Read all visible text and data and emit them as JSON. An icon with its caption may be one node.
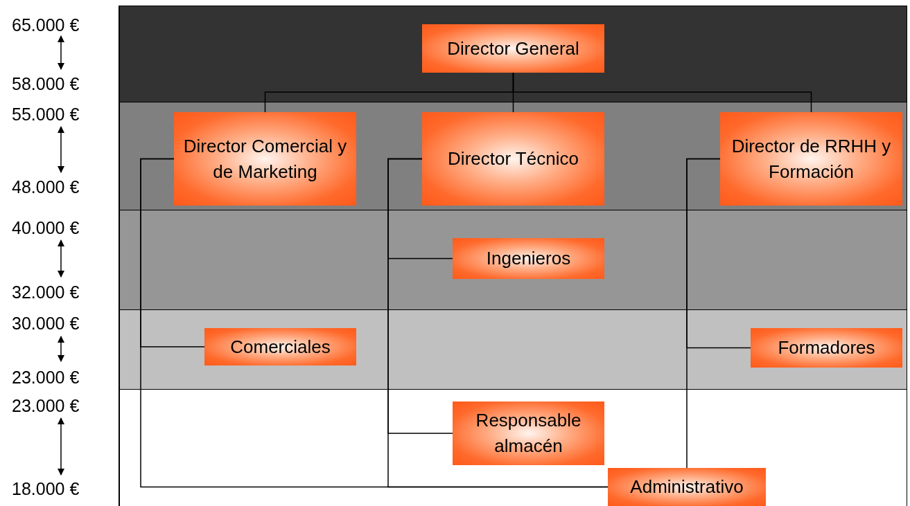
{
  "diagram": {
    "nodes": [
      {
        "text": [
          "Director General"
        ]
      },
      {
        "text": [
          "Director Comercial y de Marketing"
        ]
      },
      {
        "text": [
          "Director Técnico"
        ]
      },
      {
        "text": [
          "Director de RRHH y Formación"
        ]
      },
      {
        "text": [
          "Ingenieros"
        ]
      },
      {
        "text": [
          "Comerciales"
        ]
      },
      {
        "text": [
          "Formadores"
        ]
      },
      {
        "text": [
          "Responsable almacén"
        ]
      },
      {
        "text": [
          "Administrativo"
        ]
      }
    ],
    "edges": [
      {
        "from": 0,
        "to": 1,
        "arrow": "none"
      },
      {
        "from": 0,
        "to": 2,
        "arrow": "none"
      },
      {
        "from": 0,
        "to": 3,
        "arrow": "none"
      },
      {
        "from": 1,
        "to": 5,
        "arrow": "none"
      },
      {
        "from": 1,
        "to": 8,
        "arrow": "none"
      },
      {
        "from": 2,
        "to": 4,
        "arrow": "none"
      },
      {
        "from": 2,
        "to": 7,
        "arrow": "none"
      },
      {
        "from": 2,
        "to": 8,
        "arrow": "none"
      },
      {
        "from": 3,
        "to": 6,
        "arrow": "none"
      },
      {
        "from": 3,
        "to": 8,
        "arrow": "none"
      }
    ],
    "labels": [
      "65.000 €",
      "58.000 €",
      "55.000 €",
      "48.000 €",
      "40.000 €",
      "32.000 €",
      "30.000 €",
      "23.000 €",
      "23.000 €",
      "18.000 €"
    ]
  }
}
